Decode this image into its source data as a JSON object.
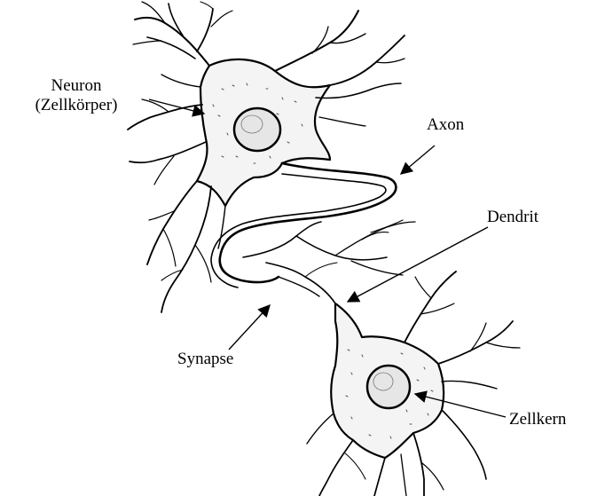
{
  "labels": {
    "neuron": "Neuron",
    "cell_body": "(Zellkörper)",
    "axon": "Axon",
    "dendrite": "Dendrit",
    "synapse": "Synapse",
    "nucleus": "Zellkern"
  },
  "colors": {
    "ink": "#000000",
    "background": "#ffffff"
  }
}
